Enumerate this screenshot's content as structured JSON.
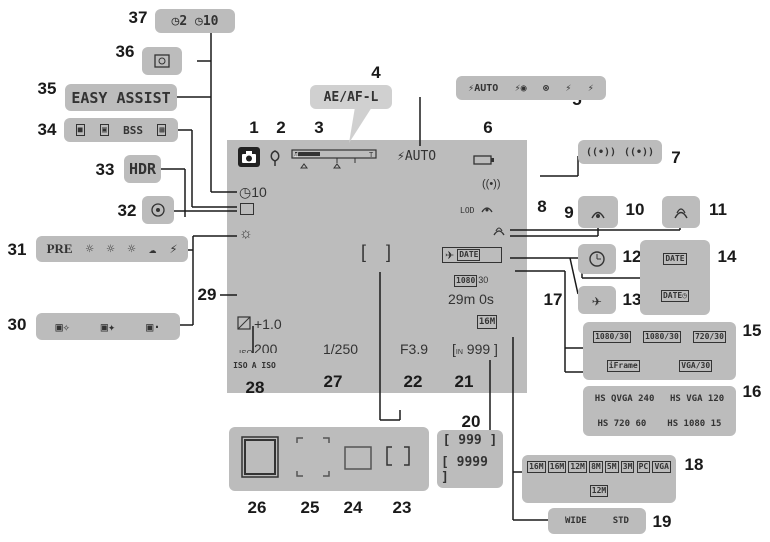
{
  "callouts": {
    "n1": "1",
    "n2": "2",
    "n3": "3",
    "n4": "4",
    "n5": "5",
    "n6": "6",
    "n7": "7",
    "n8": "8",
    "n9": "9",
    "n10": "10",
    "n11": "11",
    "n12": "12",
    "n13": "13",
    "n14": "14",
    "n15": "15",
    "n16": "16",
    "n17": "17",
    "n18": "18",
    "n19": "19",
    "n20": "20",
    "n21": "21",
    "n22": "22",
    "n23": "23",
    "n24": "24",
    "n25": "25",
    "n26": "26",
    "n27": "27",
    "n28": "28",
    "n29": "29",
    "n30": "30",
    "n31": "31",
    "n32": "32",
    "n33": "33",
    "n34": "34",
    "n35": "35",
    "n36": "36",
    "n37": "37"
  },
  "screen": {
    "flash_mode": "⚡AUTO",
    "self_timer": "◷10",
    "remaining_time": "29m 0s",
    "exposure_comp": "+1.0",
    "iso_label": "ISO",
    "iso_value": "200",
    "shutter": "1/250",
    "aperture": "F3.9",
    "exposures_remaining": "999",
    "image_size": "16M",
    "date_label": "DATE",
    "movie_label_a": "1080",
    "movie_label_b": "30",
    "lock_text": "LOD"
  },
  "labels": {
    "ae_af_l": "AE/AF-L",
    "timers": "◷2 ◷10",
    "easy_assist": "EASY ASSIST",
    "hdr": "HDR",
    "bss": "BSS",
    "pre": "PRE",
    "flash_modes": [
      "⚡AUTO",
      "⚡◉",
      "⊗",
      "⚡",
      "⚡"
    ],
    "vr": [
      "((•))",
      "((•))"
    ],
    "date": "DATE",
    "date_clock": "DATE◷",
    "movie15": [
      {
        "a": "1080",
        "b": "30"
      },
      {
        "a": "1080",
        "b": "30"
      },
      {
        "a": "720",
        "b": "30"
      },
      {
        "a": "iFrame",
        "b": ""
      },
      {
        "a": "VGA",
        "b": "30"
      }
    ],
    "movie16": [
      {
        "a": "HS QVGA",
        "b": "240"
      },
      {
        "a": "HS VGA",
        "b": "120"
      },
      {
        "a": "HS 720",
        "b": "60"
      },
      {
        "a": "HS 1080",
        "b": "15"
      }
    ],
    "sizes": [
      "16M",
      "16M",
      "12M",
      "8M",
      "5M",
      "3M",
      "PC",
      "VGA",
      "12M"
    ],
    "wide_std": [
      "WIDE",
      "STD"
    ],
    "remaining20": [
      "999",
      "9999"
    ],
    "iso28": [
      "ISO",
      "A ISO"
    ]
  },
  "colors": {
    "panel": "#bcbcbc",
    "text": "#333333",
    "line": "#1a1a1a",
    "callout": "#1a1a1a"
  }
}
